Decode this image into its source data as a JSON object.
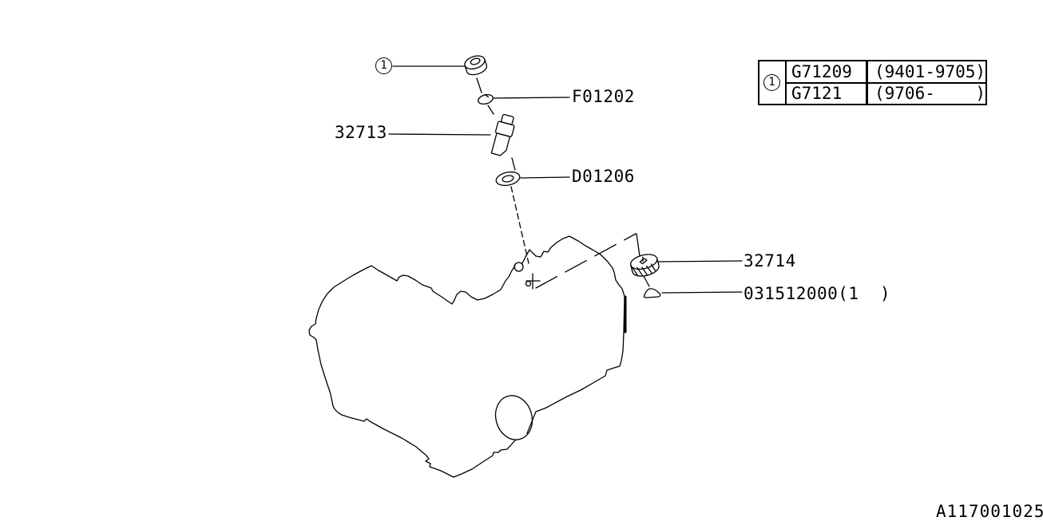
{
  "colors": {
    "ink": "#000000",
    "background": "#ffffff"
  },
  "callouts": {
    "ref_circle": "1",
    "clip": "F01202",
    "sleeve": "32713",
    "washer": "D01206",
    "drive_gear": "32714",
    "pin": "031512000(1  )"
  },
  "ref_table": {
    "ref": "1",
    "rows": [
      {
        "part_no": "G71209",
        "range": "(9401-9705)"
      },
      {
        "part_no": "G7121",
        "range": "(9706-    )"
      }
    ]
  },
  "doc_code": "A117001025"
}
